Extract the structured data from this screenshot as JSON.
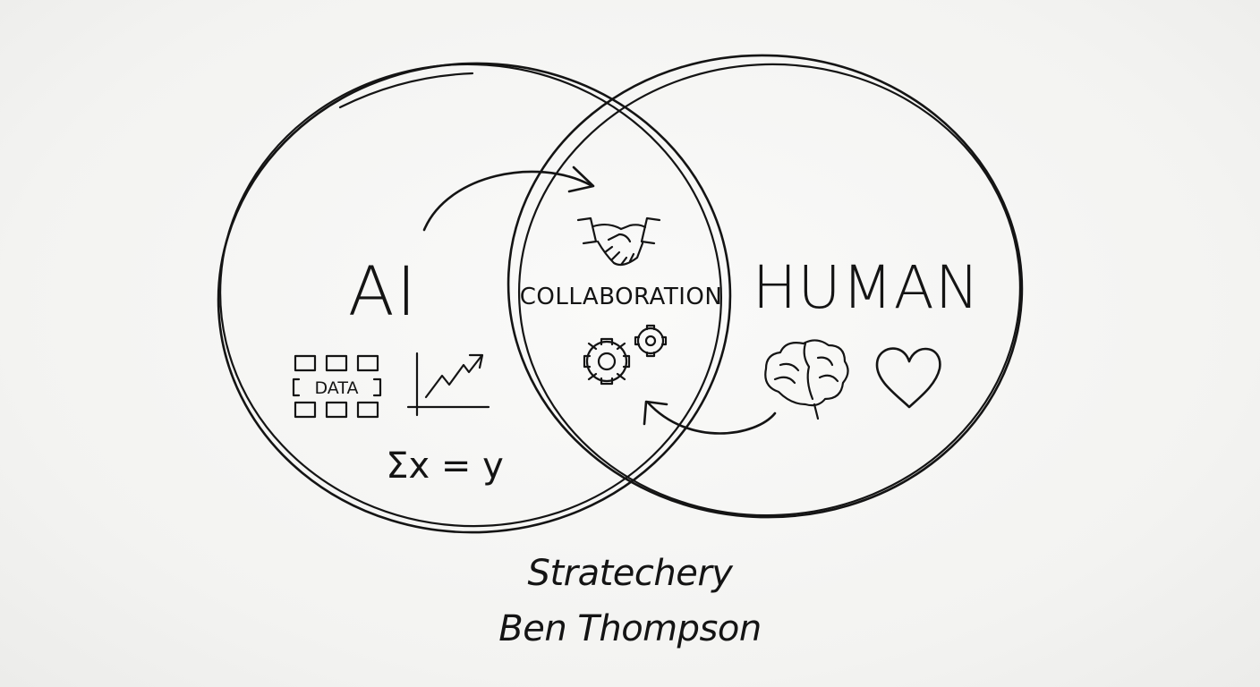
{
  "diagram": {
    "left_set_label": "AI",
    "right_set_label": "HUMAN",
    "overlap_label": "COLLABORATION",
    "data_grid_label": "DATA",
    "formula": "Σx = y"
  },
  "icons": {
    "left": [
      "data-grid-icon",
      "growth-chart-icon",
      "formula-icon"
    ],
    "center": [
      "handshake-icon",
      "gears-icon"
    ],
    "right": [
      "brain-icon",
      "heart-icon"
    ],
    "arrows": [
      "arrow-ai-to-collaboration",
      "arrow-human-to-collaboration"
    ]
  },
  "credits": {
    "line1": "Stratechery",
    "line2": "Ben Thompson"
  },
  "colors": {
    "ink": "#141414",
    "paper": "#f4f4f2"
  }
}
